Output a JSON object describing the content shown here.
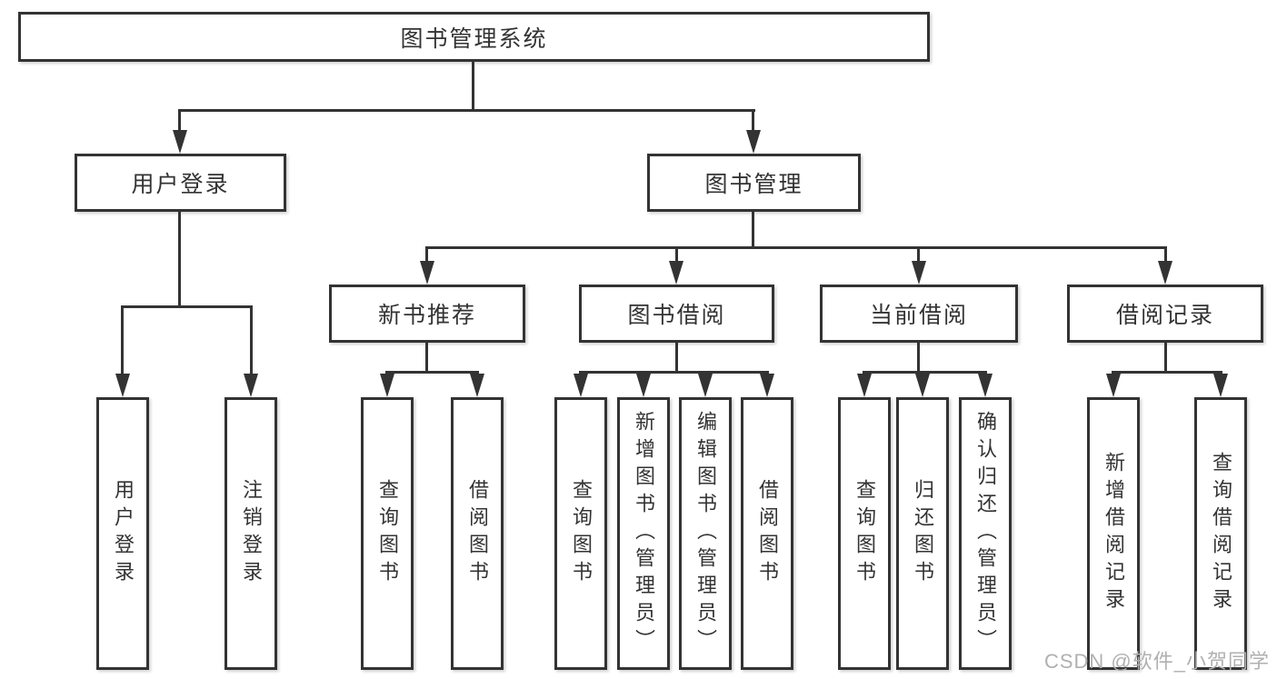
{
  "diagram": {
    "root": {
      "label": "图书管理系统"
    },
    "level2": [
      {
        "id": "user-login",
        "label": "用户登录"
      },
      {
        "id": "book-management",
        "label": "图书管理"
      }
    ],
    "level3": [
      {
        "id": "new-book-recommend",
        "label": "新书推荐"
      },
      {
        "id": "book-borrowing",
        "label": "图书借阅"
      },
      {
        "id": "current-borrowing",
        "label": "当前借阅"
      },
      {
        "id": "borrowing-records",
        "label": "借阅记录"
      }
    ],
    "leaves": {
      "user_login": [
        {
          "label": "用户登录"
        },
        {
          "label": "注销登录"
        }
      ],
      "new_book_recommend": [
        {
          "label": "查询图书"
        },
        {
          "label": "借阅图书"
        }
      ],
      "book_borrowing": [
        {
          "label": "查询图书"
        },
        {
          "label": "新增图书（管理员）"
        },
        {
          "label": "编辑图书（管理员）"
        },
        {
          "label": "借阅图书"
        }
      ],
      "current_borrowing": [
        {
          "label": "查询图书"
        },
        {
          "label": "归还图书"
        },
        {
          "label": "确认归还（管理员）"
        }
      ],
      "borrowing_records": [
        {
          "label": "新增借阅记录"
        },
        {
          "label": "查询借阅记录"
        }
      ]
    }
  },
  "watermark": {
    "text": "CSDN @软件_小贺同学"
  },
  "colors": {
    "line": "#333333",
    "text": "#333333",
    "box_background": "#ffffff",
    "page_background": "#ffffff",
    "watermark": "#b0b0b0"
  }
}
